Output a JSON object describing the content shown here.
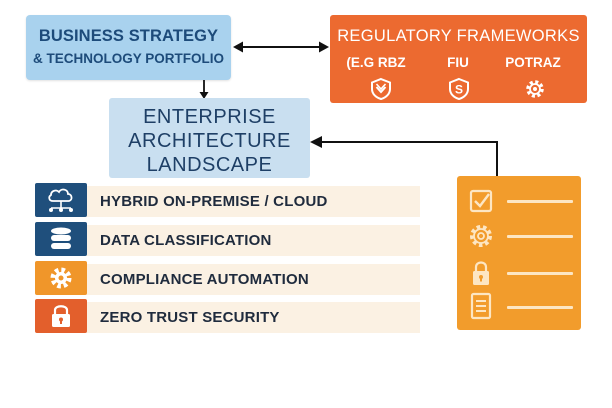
{
  "business_box": {
    "line1": "BUSINESS STRATEGY",
    "line2": "& TECHNOLOGY PORTFOLIO"
  },
  "regulatory_box": {
    "title": "REGULATORY FRAMEWORKS",
    "items": [
      {
        "label": "(E.G  RBZ",
        "icon": "shield-icon"
      },
      {
        "label": "FIU",
        "icon": "shield-s-icon"
      },
      {
        "label": "POTRAZ",
        "icon": "gear-icon"
      }
    ]
  },
  "enterprise_box": {
    "line1": "ENTERPRISE",
    "line2": "ARCHITECTURE",
    "line3": "LANDSCAPE"
  },
  "capabilities": [
    {
      "label": "HYBRID ON-PREMISE / CLOUD",
      "icon": "cloud-network-icon",
      "color": "#1f4f7c"
    },
    {
      "label": "DATA CLASSIFICATION",
      "icon": "database-icon",
      "color": "#1f4f7c"
    },
    {
      "label": "COMPLIANCE AUTOMATION",
      "icon": "gear-icon",
      "color": "#f0962a"
    },
    {
      "label": "ZERO TRUST SECURITY",
      "icon": "lock-icon",
      "color": "#e35f2c"
    }
  ],
  "panel": {
    "icons": [
      "checkbox-icon",
      "gear-icon",
      "lock-icon",
      "document-icon"
    ],
    "color": "#f29c2c"
  },
  "colors": {
    "business_bg": "#a9d2ee",
    "regulatory_bg": "#ec6a30",
    "enterprise_bg": "#c9dff0",
    "row_bg": "#fbf1e3",
    "dark_text": "#1e3f66"
  }
}
